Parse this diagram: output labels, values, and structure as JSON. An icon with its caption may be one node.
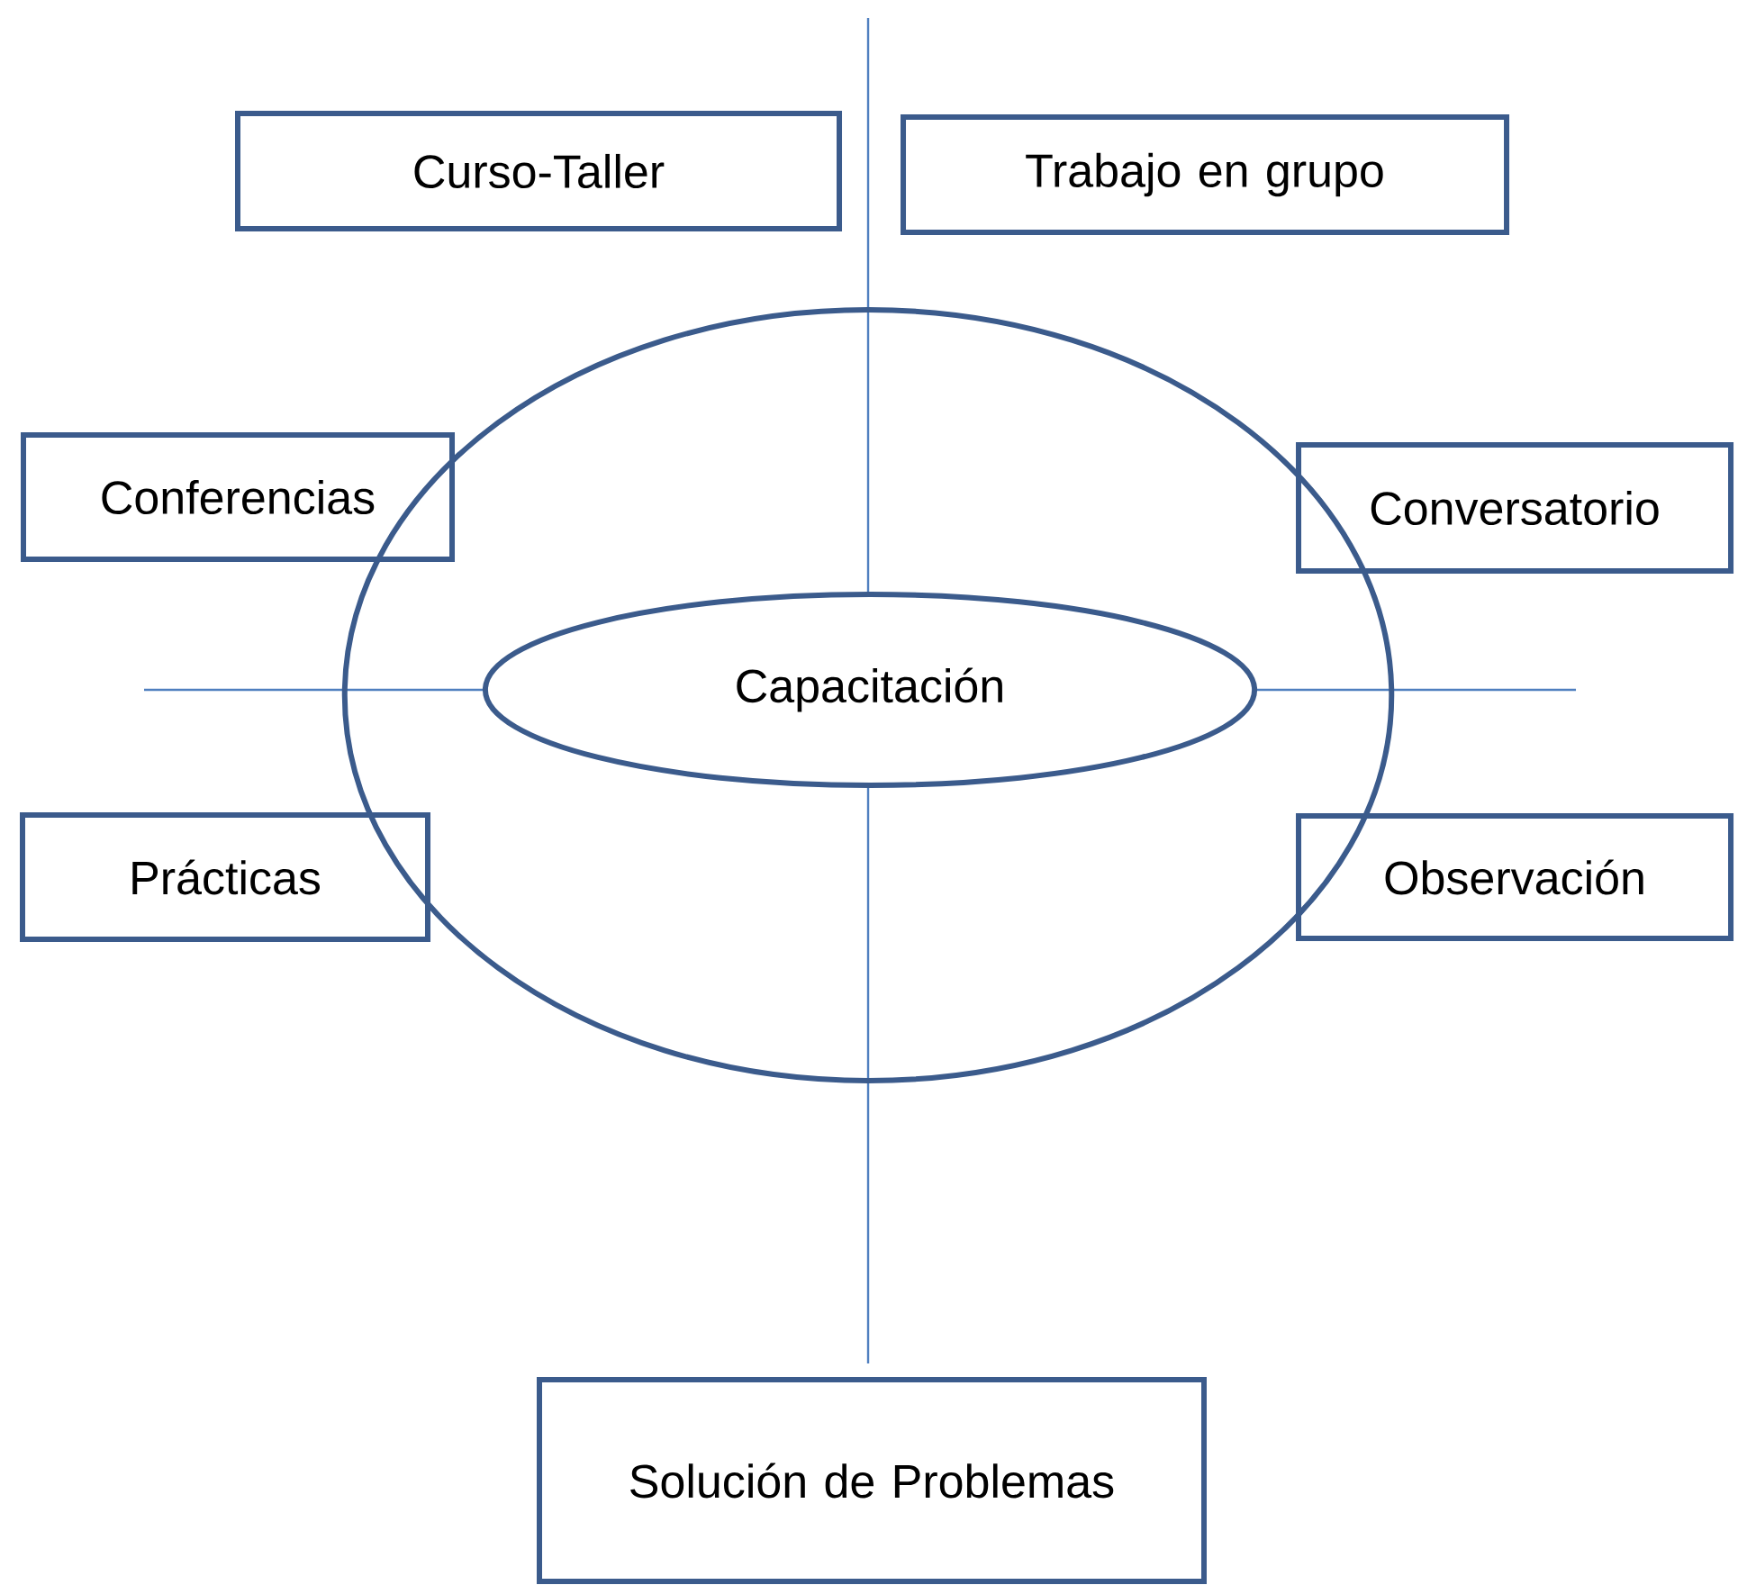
{
  "diagram": {
    "nodes": [
      {
        "text": [
          "Curso-Taller"
        ]
      },
      {
        "text": [
          "Trabajo en grupo"
        ]
      },
      {
        "text": [],
        "shape": "circle"
      },
      {
        "text": [
          "Capacitación"
        ],
        "in": 2
      },
      {
        "text": [
          "Conferencias"
        ]
      },
      {
        "text": [
          "Conversatorio"
        ]
      },
      {
        "text": [
          "Prácticas"
        ]
      },
      {
        "text": [
          "Observación"
        ]
      },
      {
        "text": [
          "Solución de Problemas"
        ]
      }
    ]
  }
}
